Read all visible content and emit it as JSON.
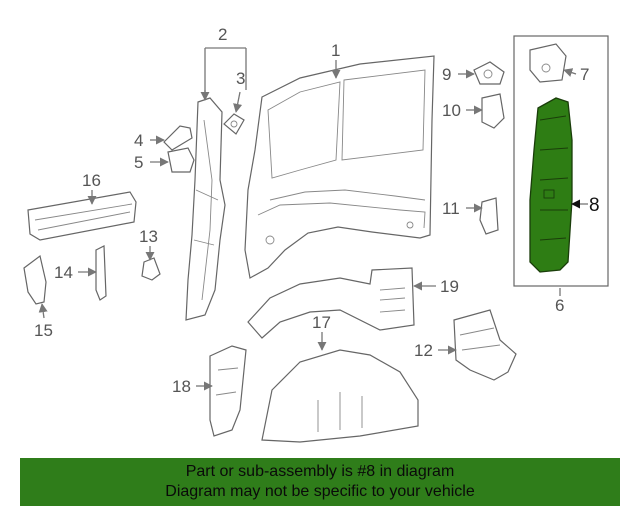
{
  "callouts": {
    "c1": "1",
    "c2": "2",
    "c3": "3",
    "c4": "4",
    "c5": "5",
    "c6": "6",
    "c7": "7",
    "c8": "8",
    "c9": "9",
    "c10": "10",
    "c11": "11",
    "c12": "12",
    "c13": "13",
    "c14": "14",
    "c15": "15",
    "c16": "16",
    "c17": "17",
    "c18": "18",
    "c19": "19"
  },
  "colors": {
    "highlight": "#2e7d14",
    "banner": "#2f7d1a"
  },
  "banner": {
    "line1": "Part or sub-assembly is #8 in diagram",
    "line2": "Diagram may not be specific to your vehicle"
  }
}
